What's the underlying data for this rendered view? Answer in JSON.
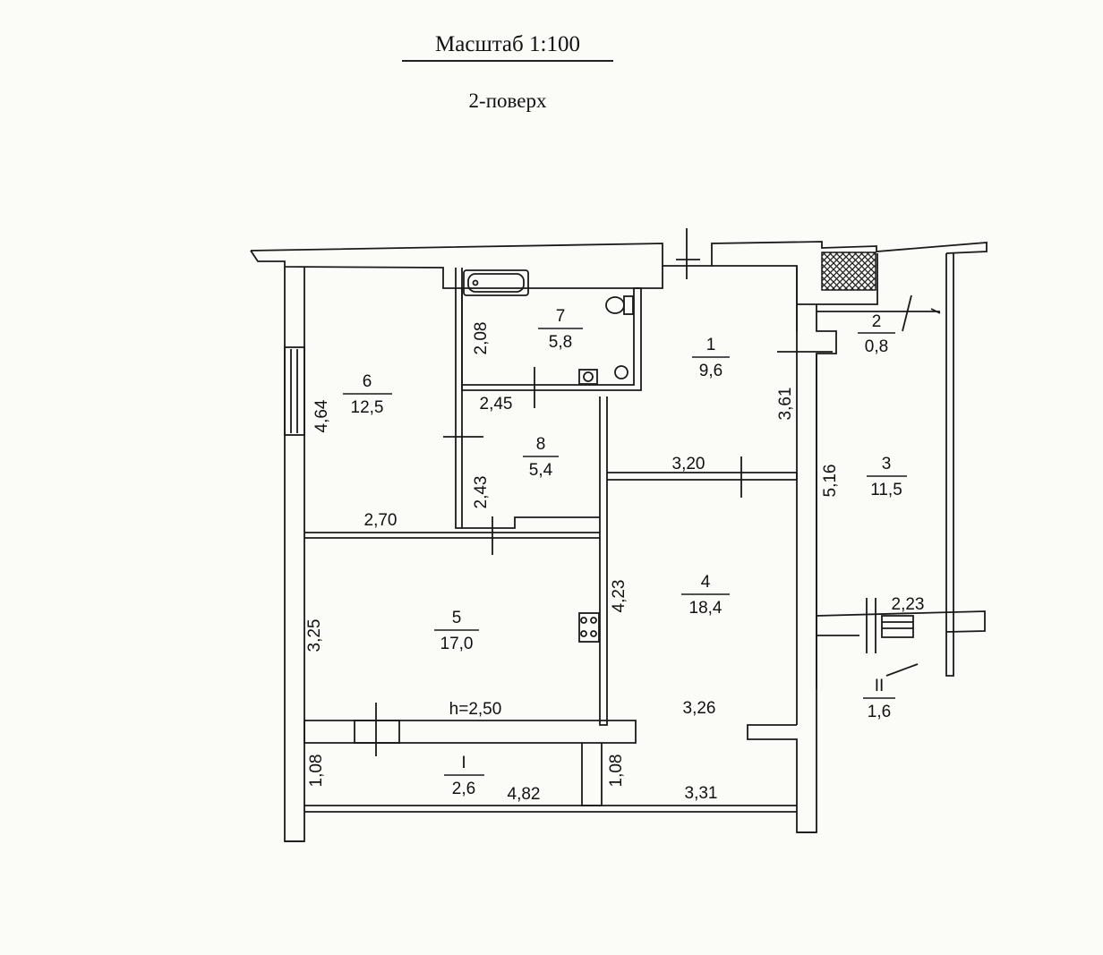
{
  "header": {
    "scale": "Масштаб 1:100",
    "floor": "2-поверх"
  },
  "rooms": [
    {
      "id": "room-1",
      "number": "1",
      "area": "9,6"
    },
    {
      "id": "room-2",
      "number": "2",
      "area": "0,8"
    },
    {
      "id": "room-3",
      "number": "3",
      "area": "11,5"
    },
    {
      "id": "room-4",
      "number": "4",
      "area": "18,4"
    },
    {
      "id": "room-5",
      "number": "5",
      "area": "17,0"
    },
    {
      "id": "room-6",
      "number": "6",
      "area": "12,5"
    },
    {
      "id": "room-7",
      "number": "7",
      "area": "5,8"
    },
    {
      "id": "room-8",
      "number": "8",
      "area": "5,4"
    },
    {
      "id": "balcony-I",
      "number": "I",
      "area": "2,6"
    },
    {
      "id": "balcony-II",
      "number": "II",
      "area": "1,6"
    }
  ],
  "dimensions": {
    "d_2_08": "2,08",
    "d_2_45": "2,45",
    "d_4_64": "4,64",
    "d_2_43": "2,43",
    "d_2_70": "2,70",
    "d_3_61": "3,61",
    "d_3_20": "3,20",
    "d_5_16": "5,16",
    "d_4_23": "4,23",
    "d_3_25": "3,25",
    "d_2_23": "2,23",
    "d_3_26": "3,26",
    "d_1_08_left": "1,08",
    "d_1_08_right": "1,08",
    "d_4_82": "4,82",
    "d_3_31": "3,31"
  },
  "ceiling_height": "h=2,50"
}
